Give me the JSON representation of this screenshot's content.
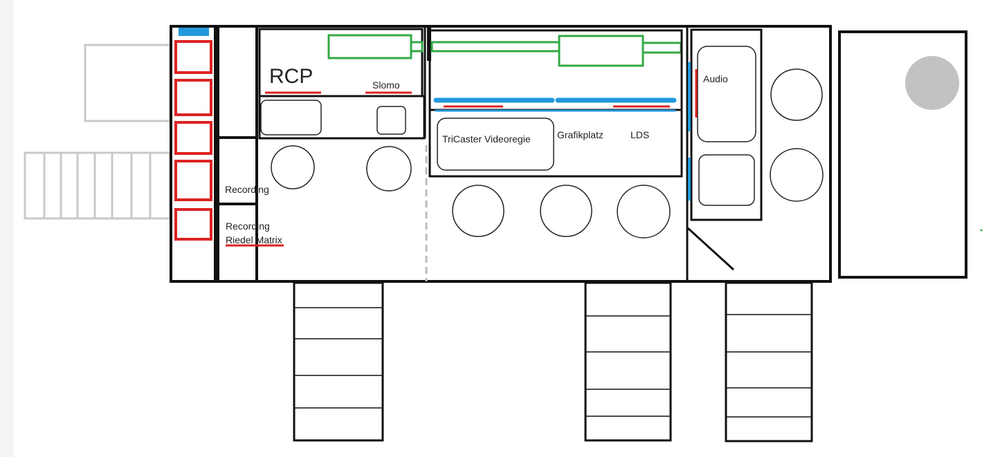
{
  "labels": {
    "rcp": "RCP",
    "slomo": "Slomo",
    "recording_1": "Recording",
    "recording_2": "Recording",
    "riedel_matrix": "Riedel Matrix",
    "tricaster": "TriCaster Videoregie",
    "grafikplatz": "Grafikplatz",
    "lds": "LDS",
    "audio": "Audio"
  },
  "colors": {
    "wall": "#111111",
    "outline": "#222222",
    "rack": "#dd2222",
    "monitor": "#2299dd",
    "camera_rail": "#33aa44",
    "underline": "#dd2222",
    "grey_structure": "#c8c8c8",
    "dashed_divider": "#bbbbbb",
    "side_fixture": "#c2c2c2",
    "left_margin": "#f4f4f4"
  }
}
